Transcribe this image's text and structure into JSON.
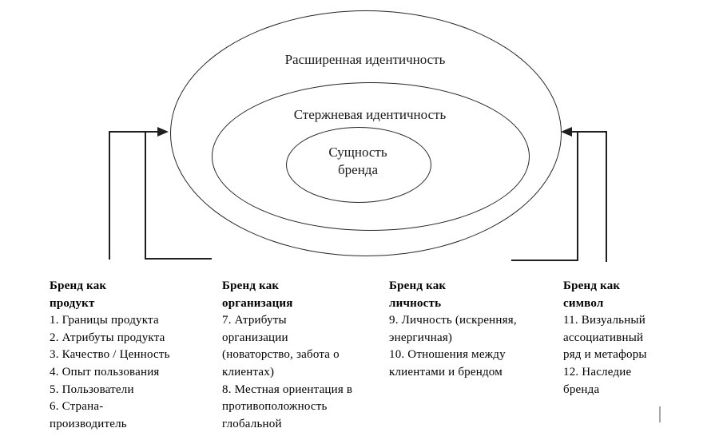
{
  "diagram": {
    "title_context": "brand-identity-structure",
    "line_color": "#1f1f1f",
    "ellipse_stroke_color": "#262626",
    "tick_color": "#a6a6a6",
    "background_color": "#ffffff",
    "ellipse_labels": {
      "outer": "Расширенная идентичность",
      "middle": "Стержневая идентичность",
      "inner_line1": "Сущность",
      "inner_line2": "бренда"
    }
  },
  "columns": [
    {
      "header": "Бренд как продукт",
      "header_lines": [
        "Бренд как",
        "продукт"
      ],
      "lines": [
        "1. Границы продукта",
        "2. Атрибуты продукта",
        "3. Качество / Ценность",
        "4. Опыт пользования",
        "5. Пользователи",
        "6. Страна-",
        "производитель"
      ]
    },
    {
      "header": "Бренд как организация",
      "header_lines": [
        "Бренд как",
        "организация"
      ],
      "lines": [
        "7. Атрибуты",
        "организации",
        "(новаторство, забота о",
        "клиентах)",
        "8. Местная ориентация в",
        "противоположность",
        "глобальной"
      ]
    },
    {
      "header": "Бренд как личность",
      "header_lines": [
        "Бренд как",
        "личность"
      ],
      "lines": [
        "9. Личность (искренняя,",
        "энергичная)",
        "10. Отношения между",
        "клиентами и брендом"
      ]
    },
    {
      "header": "Бренд как символ",
      "header_lines": [
        "Бренд как",
        "символ"
      ],
      "lines": [
        "11. Визуальный",
        "ассоциативный",
        "ряд и метафоры",
        "12. Наследие",
        "бренда"
      ]
    }
  ]
}
